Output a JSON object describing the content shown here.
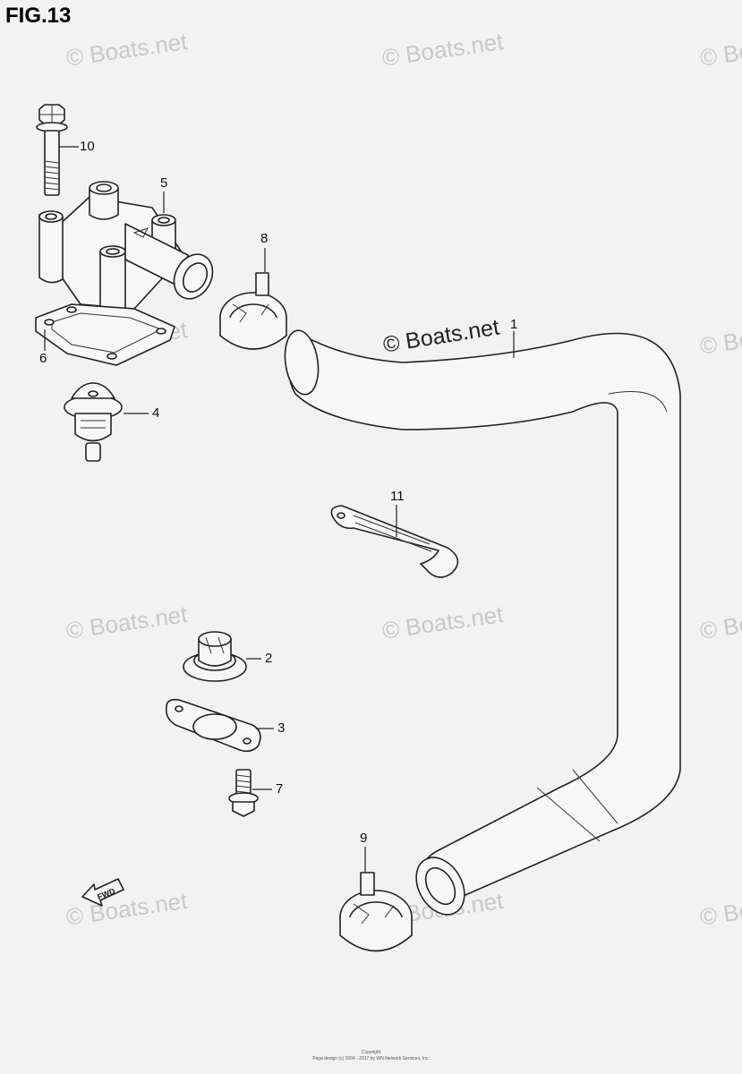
{
  "figure": {
    "title": "FIG.13"
  },
  "watermark": {
    "text": "© Boats.net"
  },
  "prominent_watermark": {
    "text": "© Boats.net"
  },
  "callouts": [
    {
      "id": "1",
      "label": "1"
    },
    {
      "id": "2",
      "label": "2"
    },
    {
      "id": "3",
      "label": "3"
    },
    {
      "id": "4",
      "label": "4"
    },
    {
      "id": "5",
      "label": "5"
    },
    {
      "id": "6",
      "label": "6"
    },
    {
      "id": "7",
      "label": "7"
    },
    {
      "id": "8",
      "label": "8"
    },
    {
      "id": "9",
      "label": "9"
    },
    {
      "id": "10",
      "label": "10"
    },
    {
      "id": "11",
      "label": "11"
    }
  ],
  "direction_arrow": {
    "label": "FWD"
  },
  "footer": {
    "line1": "Copyright",
    "line2": "Page design (c) 2004 - 2017 by WN Network Services, Inc."
  }
}
